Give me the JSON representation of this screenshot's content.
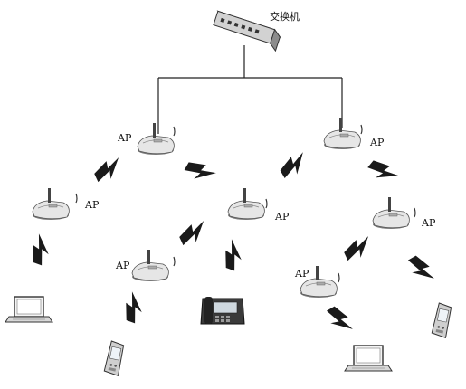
{
  "switch": {
    "label": "交换机"
  },
  "ap_label": "AP",
  "nodes": [
    {
      "id": "ap-top-left",
      "label": "AP"
    },
    {
      "id": "ap-top-right",
      "label": "AP"
    },
    {
      "id": "ap-mid-left",
      "label": "AP"
    },
    {
      "id": "ap-center",
      "label": "AP"
    },
    {
      "id": "ap-mid-right",
      "label": "AP"
    },
    {
      "id": "ap-lower-left",
      "label": "AP"
    },
    {
      "id": "ap-lower-right",
      "label": "AP"
    }
  ],
  "devices": [
    {
      "id": "laptop-left",
      "icon": "laptop-icon"
    },
    {
      "id": "pda-left",
      "icon": "pda-icon"
    },
    {
      "id": "ip-phone",
      "icon": "ip-phone-icon"
    },
    {
      "id": "laptop-right",
      "icon": "laptop-icon"
    },
    {
      "id": "pda-right",
      "icon": "pda-icon"
    }
  ]
}
